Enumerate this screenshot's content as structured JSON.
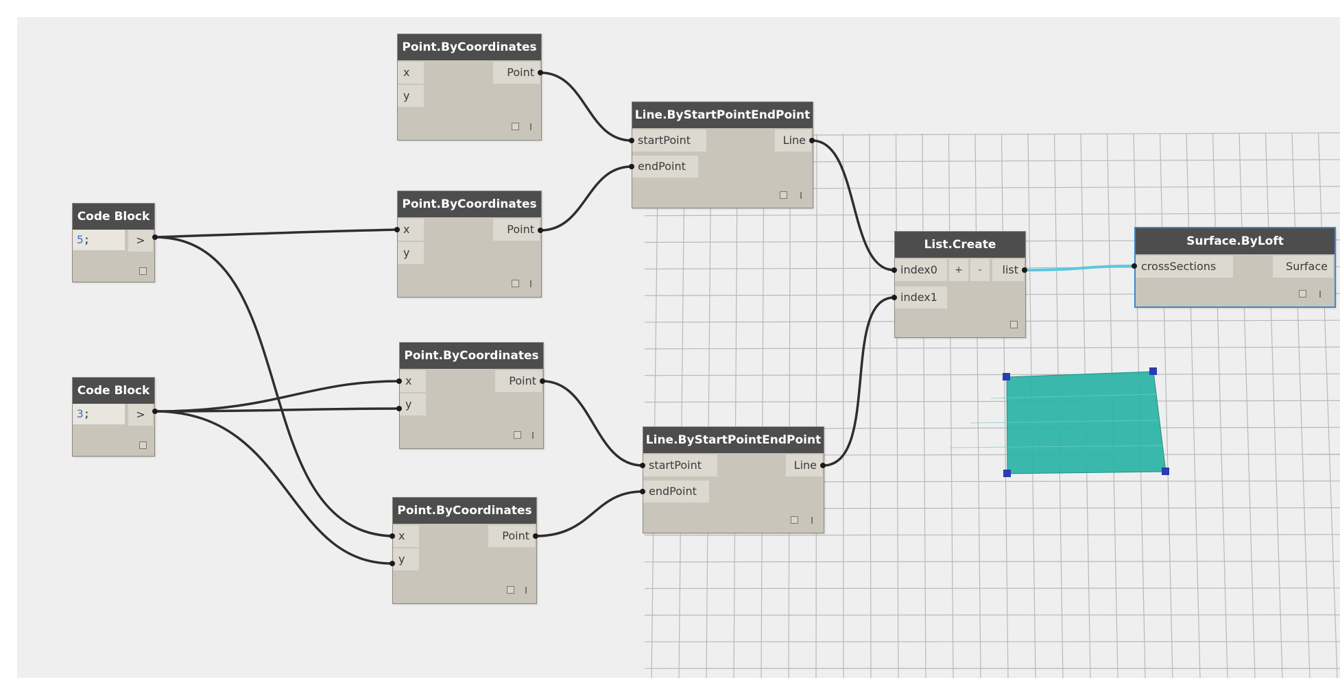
{
  "canvas": {
    "background": "#efefef",
    "grid_color": "#b8b8b8",
    "wire_color": "#2e2e2e",
    "selected_wire_color": "#59c8e0",
    "surface_color": "#2ab3a6",
    "control_point_color": "#2a3cb0"
  },
  "nodes": {
    "code_block_1": {
      "title": "Code Block",
      "value": "5",
      "suffix": ";",
      "output": ">"
    },
    "code_block_2": {
      "title": "Code Block",
      "value": "3",
      "suffix": ";",
      "output": ">"
    },
    "point_1": {
      "title": "Point.ByCoordinates",
      "inputs": [
        "x",
        "y"
      ],
      "output": "Point"
    },
    "point_2": {
      "title": "Point.ByCoordinates",
      "inputs": [
        "x",
        "y"
      ],
      "output": "Point"
    },
    "point_3": {
      "title": "Point.ByCoordinates",
      "inputs": [
        "x",
        "y"
      ],
      "output": "Point"
    },
    "point_4": {
      "title": "Point.ByCoordinates",
      "inputs": [
        "x",
        "y"
      ],
      "output": "Point"
    },
    "line_1": {
      "title": "Line.ByStartPointEndPoint",
      "inputs": [
        "startPoint",
        "endPoint"
      ],
      "output": "Line"
    },
    "line_2": {
      "title": "Line.ByStartPointEndPoint",
      "inputs": [
        "startPoint",
        "endPoint"
      ],
      "output": "Line"
    },
    "list_create": {
      "title": "List.Create",
      "inputs": [
        "index0",
        "index1"
      ],
      "add": "+",
      "remove": "-",
      "output": "list"
    },
    "surface_loft": {
      "title": "Surface.ByLoft",
      "inputs": [
        "crossSections"
      ],
      "output": "Surface"
    }
  }
}
